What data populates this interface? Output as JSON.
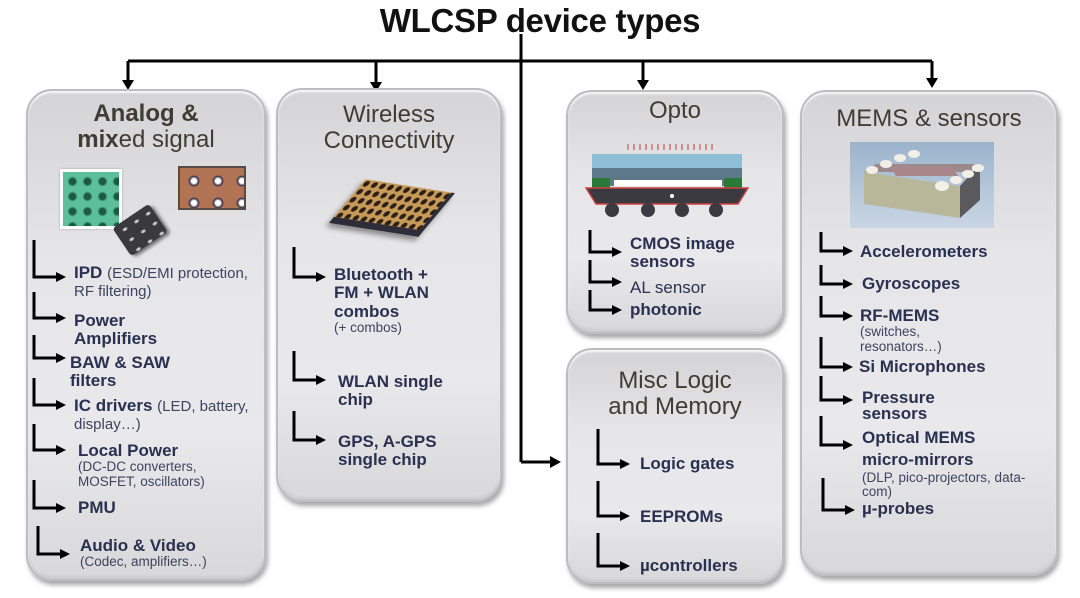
{
  "title": "WLCSP device types",
  "boxes": {
    "analog": {
      "title_line1": "Analog &",
      "title_line2_bold": "mix",
      "title_line2_rest": "ed signal",
      "items": [
        {
          "main": "IPD",
          "detail": "(ESD/EMI protection, RF filtering)"
        },
        {
          "main": "Power Amplifiers"
        },
        {
          "main": "BAW & SAW filters"
        },
        {
          "main": "IC drivers",
          "detail": "(LED, battery, display…)"
        },
        {
          "main": "Local Power",
          "detail": "(DC-DC converters, MOSFET, oscillators)"
        },
        {
          "main": "PMU"
        },
        {
          "main": "Audio & Video",
          "detail": "(Codec, amplifiers…)"
        }
      ]
    },
    "wireless": {
      "title_line1": "Wireless",
      "title_line2": "Connectivity",
      "items": [
        {
          "main": "Bluetooth + FM + WLAN combos",
          "detail": "(+ combos)"
        },
        {
          "main": "WLAN single chip"
        },
        {
          "main": "GPS, A-GPS single chip"
        }
      ]
    },
    "opto": {
      "title": "Opto",
      "items": [
        {
          "main": "CMOS image sensors"
        },
        {
          "main": "AL sensor"
        },
        {
          "main": "photonic"
        }
      ]
    },
    "misc": {
      "title_line1": "Misc Logic",
      "title_line2": "and Memory",
      "items": [
        {
          "main": "Logic gates"
        },
        {
          "main": "EEPROMs"
        },
        {
          "main": "µcontrollers"
        }
      ]
    },
    "mems": {
      "title": "MEMS & sensors",
      "items": [
        {
          "main": "Accelerometers"
        },
        {
          "main": "Gyroscopes"
        },
        {
          "main": "RF-MEMS",
          "detail": "(switches, resonators…)"
        },
        {
          "main": "Si Microphones"
        },
        {
          "main": "Pressure sensors"
        },
        {
          "main": "Optical MEMS micro-mirrors",
          "detail": "(DLP, pico-projectors, data-com)"
        },
        {
          "main": "µ-probes"
        }
      ]
    }
  }
}
